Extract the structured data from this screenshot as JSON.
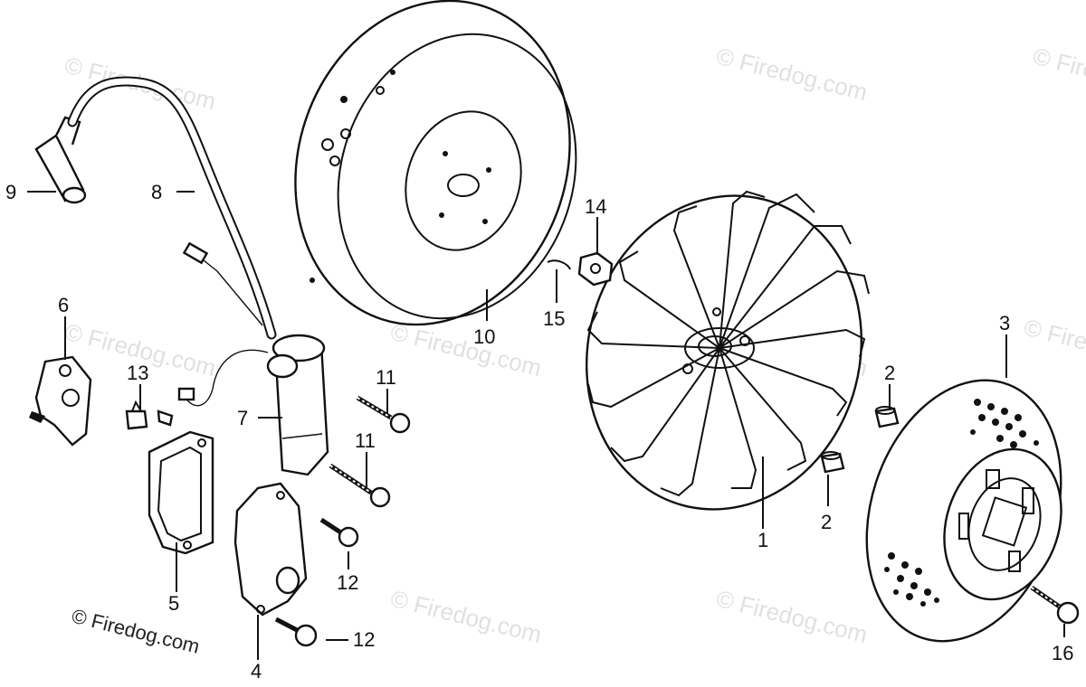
{
  "watermark": "© Firedog.com",
  "copyright": "© Firedog.com",
  "callouts": {
    "c1": "1",
    "c2a": "2",
    "c2b": "2",
    "c3": "3",
    "c4": "4",
    "c5": "5",
    "c6": "6",
    "c7": "7",
    "c8": "8",
    "c9": "9",
    "c10": "10",
    "c11a": "11",
    "c11b": "11",
    "c12a": "12",
    "c12b": "12",
    "c13": "13",
    "c14": "14",
    "c15": "15",
    "c16": "16"
  },
  "colors": {
    "ink": "#111111",
    "watermark": "#c8c8c8",
    "paper": "#ffffff"
  }
}
